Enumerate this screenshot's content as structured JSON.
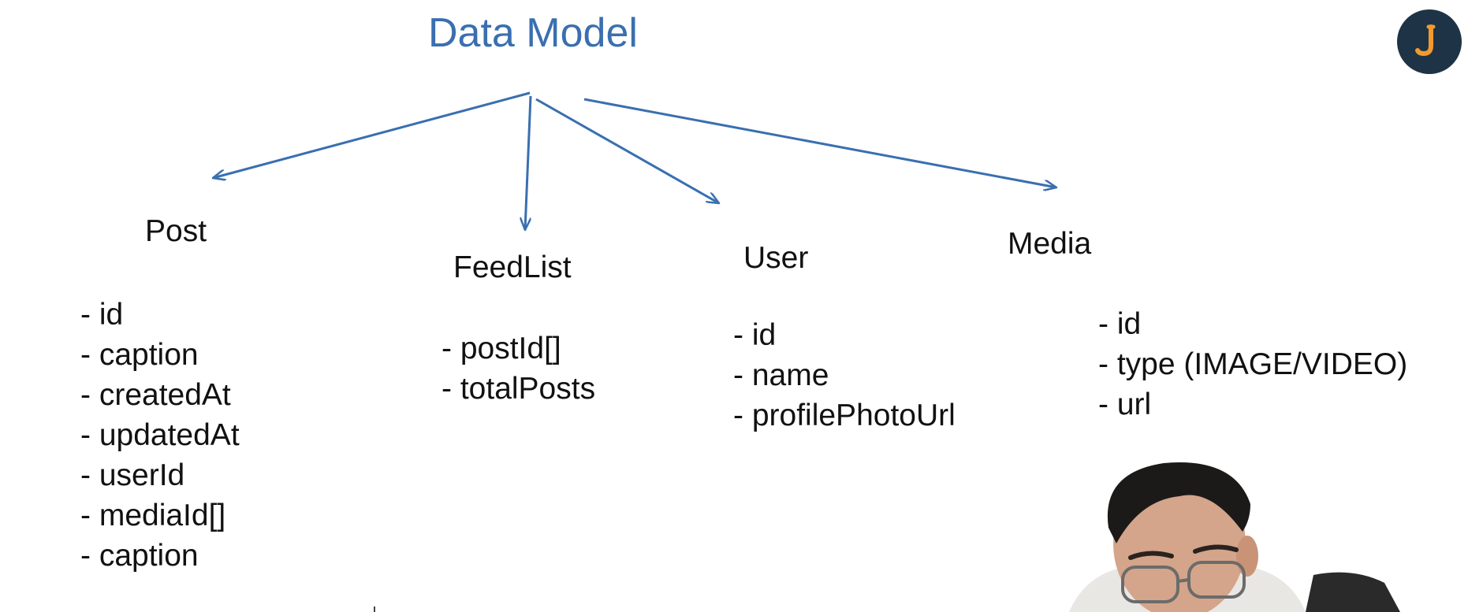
{
  "title": "Data Model",
  "entities": [
    {
      "name": "Post",
      "fields": [
        "id",
        "caption",
        "createdAt",
        "updatedAt",
        "userId",
        "mediaId[]",
        "caption"
      ]
    },
    {
      "name": "FeedList",
      "fields": [
        "postId[]",
        "totalPosts"
      ]
    },
    {
      "name": "User",
      "fields": [
        "id",
        "name",
        "profilePhotoUrl"
      ]
    },
    {
      "name": "Media",
      "fields": [
        "id",
        "type (IMAGE/VIDEO)",
        "url"
      ]
    }
  ],
  "colors": {
    "title": "#3a6fb0",
    "arrow": "#3a6fb0",
    "text": "#111111",
    "logo_bg": "#1f3346",
    "logo_mark": "#f29a2e"
  },
  "icons": {
    "logo": "brand-logo-icon"
  }
}
